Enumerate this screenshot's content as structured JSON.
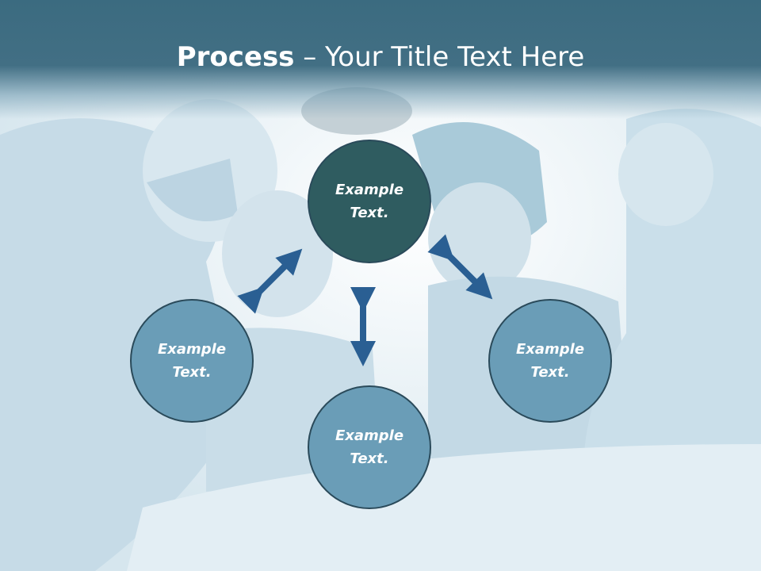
{
  "title": {
    "bold": "Process",
    "rest": " – Your Title Text Here"
  },
  "circles": {
    "top": "Example Text.",
    "left": "Example Text.",
    "right": "Example Text.",
    "bottom": "Example Text."
  },
  "colors": {
    "title_band": "#3b6b80",
    "circle_dark": "#2f5c60",
    "circle_light": "#6a9db7",
    "arrow": "#2a5f93"
  }
}
